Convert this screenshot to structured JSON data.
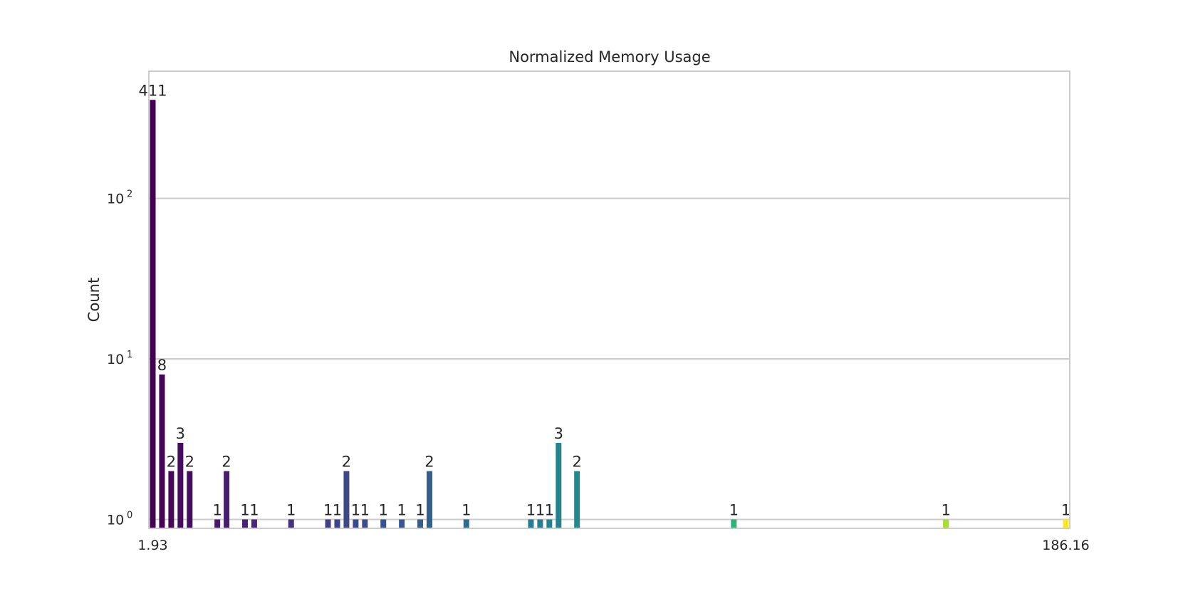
{
  "chart_data": {
    "type": "bar",
    "title": "Normalized Memory Usage",
    "xlabel": "",
    "ylabel": "Count",
    "y_scale": "log",
    "ylim": [
      0.88,
      620
    ],
    "y_ticks": [
      {
        "value": 1,
        "base": "10",
        "exp": "0"
      },
      {
        "value": 10,
        "base": "10",
        "exp": "1"
      },
      {
        "value": 100,
        "base": "10",
        "exp": "2"
      }
    ],
    "x_tick_labels": [
      "1.93",
      "186.16"
    ],
    "grid": "horizontal",
    "legend": "none",
    "colormap": [
      "#440154",
      "#482878",
      "#3e4a89",
      "#31688e",
      "#26828e",
      "#1f9e89",
      "#35b779",
      "#6ece58",
      "#b5de2b",
      "#fde725"
    ],
    "bins": [
      {
        "index": 0,
        "count": 411
      },
      {
        "index": 1,
        "count": 8
      },
      {
        "index": 2,
        "count": 2
      },
      {
        "index": 3,
        "count": 3
      },
      {
        "index": 4,
        "count": 2
      },
      {
        "index": 7,
        "count": 1
      },
      {
        "index": 8,
        "count": 2
      },
      {
        "index": 10,
        "count": 1
      },
      {
        "index": 11,
        "count": 1
      },
      {
        "index": 15,
        "count": 1
      },
      {
        "index": 19,
        "count": 1
      },
      {
        "index": 20,
        "count": 1
      },
      {
        "index": 21,
        "count": 2
      },
      {
        "index": 22,
        "count": 1
      },
      {
        "index": 23,
        "count": 1
      },
      {
        "index": 25,
        "count": 1
      },
      {
        "index": 27,
        "count": 1
      },
      {
        "index": 29,
        "count": 1
      },
      {
        "index": 30,
        "count": 2
      },
      {
        "index": 34,
        "count": 1
      },
      {
        "index": 41,
        "count": 1
      },
      {
        "index": 42,
        "count": 1
      },
      {
        "index": 43,
        "count": 1
      },
      {
        "index": 44,
        "count": 3
      },
      {
        "index": 46,
        "count": 2
      },
      {
        "index": 63,
        "count": 1
      },
      {
        "index": 86,
        "count": 1
      },
      {
        "index": 99,
        "count": 1
      }
    ],
    "bin_count": 100
  }
}
